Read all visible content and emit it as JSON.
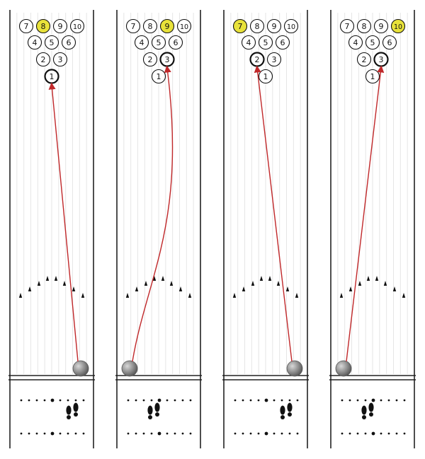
{
  "lanes": [
    {
      "highlighted_pins": [
        "8"
      ],
      "aim_pin": "1",
      "ball_position": "right",
      "path_shape": "straight",
      "feet_position": "right"
    },
    {
      "highlighted_pins": [
        "9"
      ],
      "aim_pin": "3",
      "ball_position": "left",
      "path_shape": "curve",
      "feet_position": "left"
    },
    {
      "highlighted_pins": [
        "7"
      ],
      "aim_pin": "2",
      "ball_position": "right",
      "path_shape": "straight",
      "feet_position": "right"
    },
    {
      "highlighted_pins": [
        "10"
      ],
      "aim_pin": "3",
      "ball_position": "left",
      "path_shape": "straight",
      "feet_position": "left"
    }
  ],
  "pin_labels": [
    "1",
    "2",
    "3",
    "4",
    "5",
    "6",
    "7",
    "8",
    "9",
    "10"
  ],
  "colors": {
    "highlight_pin": "#e8e23a",
    "path_arrow": "#c0282a",
    "ball": "#8a8a8a",
    "lane_line": "#222222",
    "lane_board": "#e6e6e6"
  }
}
